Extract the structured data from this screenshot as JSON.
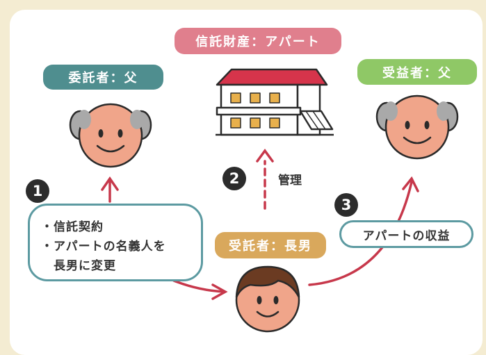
{
  "labels": {
    "trust_property": "信託財産：アパート",
    "settlor": "委託者：父",
    "beneficiary": "受益者：父",
    "trustee": "受託者：長男"
  },
  "steps": {
    "one": "1",
    "two": "2",
    "three": "3"
  },
  "management": "管理",
  "contract": {
    "line1": "・信託契約",
    "line2": "・アパートの名義人を",
    "line3": "長男に変更"
  },
  "profit": "アパートの収益",
  "colors": {
    "background": "#f4ecd2",
    "teal": "#4f8e8f",
    "pink": "#e07f8d",
    "green": "#8fc866",
    "orange": "#d9a85c",
    "arrow": "#c7384b",
    "face": "#f0a58a",
    "outline": "#2a2a2a"
  }
}
